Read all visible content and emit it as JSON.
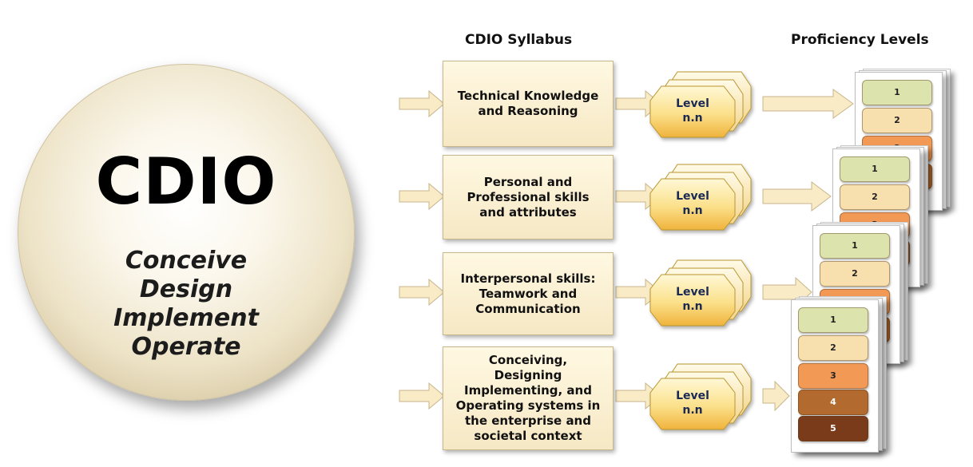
{
  "circle": {
    "title": "CDIO",
    "subtitle": [
      "Conceive",
      "Design",
      "Implement",
      "Operate"
    ]
  },
  "headers": {
    "syllabus": "CDIO Syllabus",
    "proficiency": "Proficiency Levels"
  },
  "rows": [
    {
      "text": "Technical Knowledge\nand Reasoning",
      "level": [
        "Level",
        "n.n"
      ]
    },
    {
      "text": "Personal and\nProfessional skills\nand attributes",
      "level": [
        "Level",
        "n.n"
      ]
    },
    {
      "text": "Interpersonal skills:\nTeamwork and\nCommunication",
      "level": [
        "Level",
        "n.n"
      ]
    },
    {
      "text": "Conceiving,\nDesigning\nImplementing, and\nOperating systems in\nthe enterprise and\nsocietal context",
      "level": [
        "Level",
        "n.n"
      ]
    }
  ],
  "levels": [
    {
      "label": "1",
      "color": "#dde3ad"
    },
    {
      "label": "2",
      "color": "#f7dfae"
    },
    {
      "label": "3",
      "color": "#f29a55"
    },
    {
      "label": "4",
      "color": "#b36a2e"
    },
    {
      "label": "5",
      "color": "#7a3b1a"
    }
  ],
  "colors": {
    "arrow": "#f8ebc6",
    "arrow_stroke": "#c8b68c",
    "hexagon_light": "#fff6c8",
    "hexagon_dark": "#f2b640"
  }
}
